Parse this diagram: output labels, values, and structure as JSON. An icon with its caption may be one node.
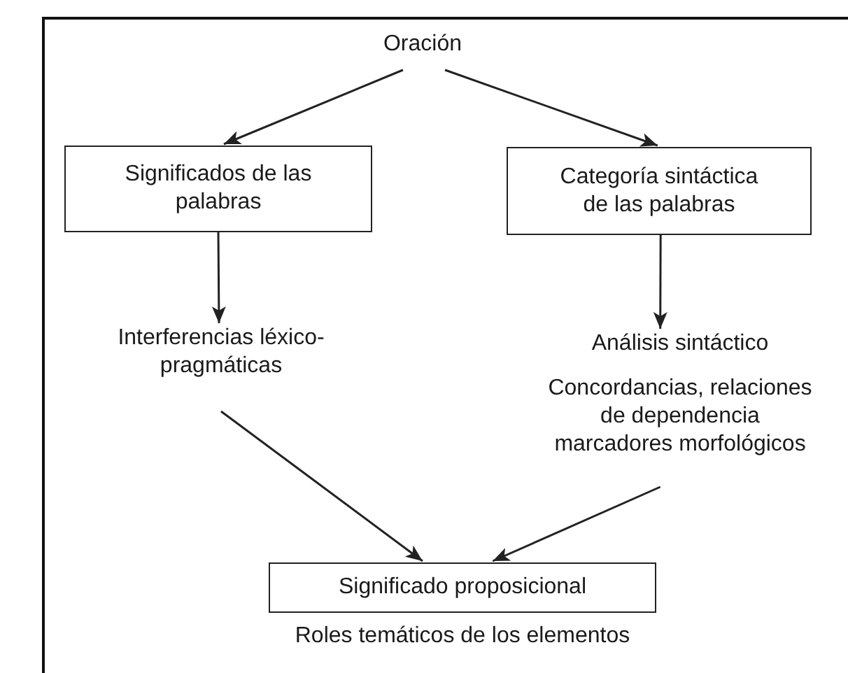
{
  "diagram": {
    "nodes": [
      {
        "text": [
          "Oración"
        ]
      },
      {
        "text": [
          "Significados de las palabras"
        ]
      },
      {
        "text": [
          "Categoría sintáctica de las palabras"
        ]
      },
      {
        "text": [
          "Interferencias léxico-pragmáticas"
        ]
      },
      {
        "text": [
          "Análisis sintáctico",
          "Concordancias, relaciones de dependencia marcadores morfológicos"
        ]
      },
      {
        "text": [
          "Significado proposicional"
        ],
        "beside": [
          "Roles temáticos de los elementos"
        ]
      }
    ],
    "edges": [
      {
        "from": 0,
        "to": 1,
        "arrow": "to"
      },
      {
        "from": 0,
        "to": 2,
        "arrow": "to"
      },
      {
        "from": 1,
        "to": 3,
        "arrow": "to"
      },
      {
        "from": 2,
        "to": 4,
        "arrow": "to"
      },
      {
        "from": 3,
        "to": 5,
        "arrow": "to"
      },
      {
        "from": 4,
        "to": 5,
        "arrow": "to"
      }
    ]
  }
}
